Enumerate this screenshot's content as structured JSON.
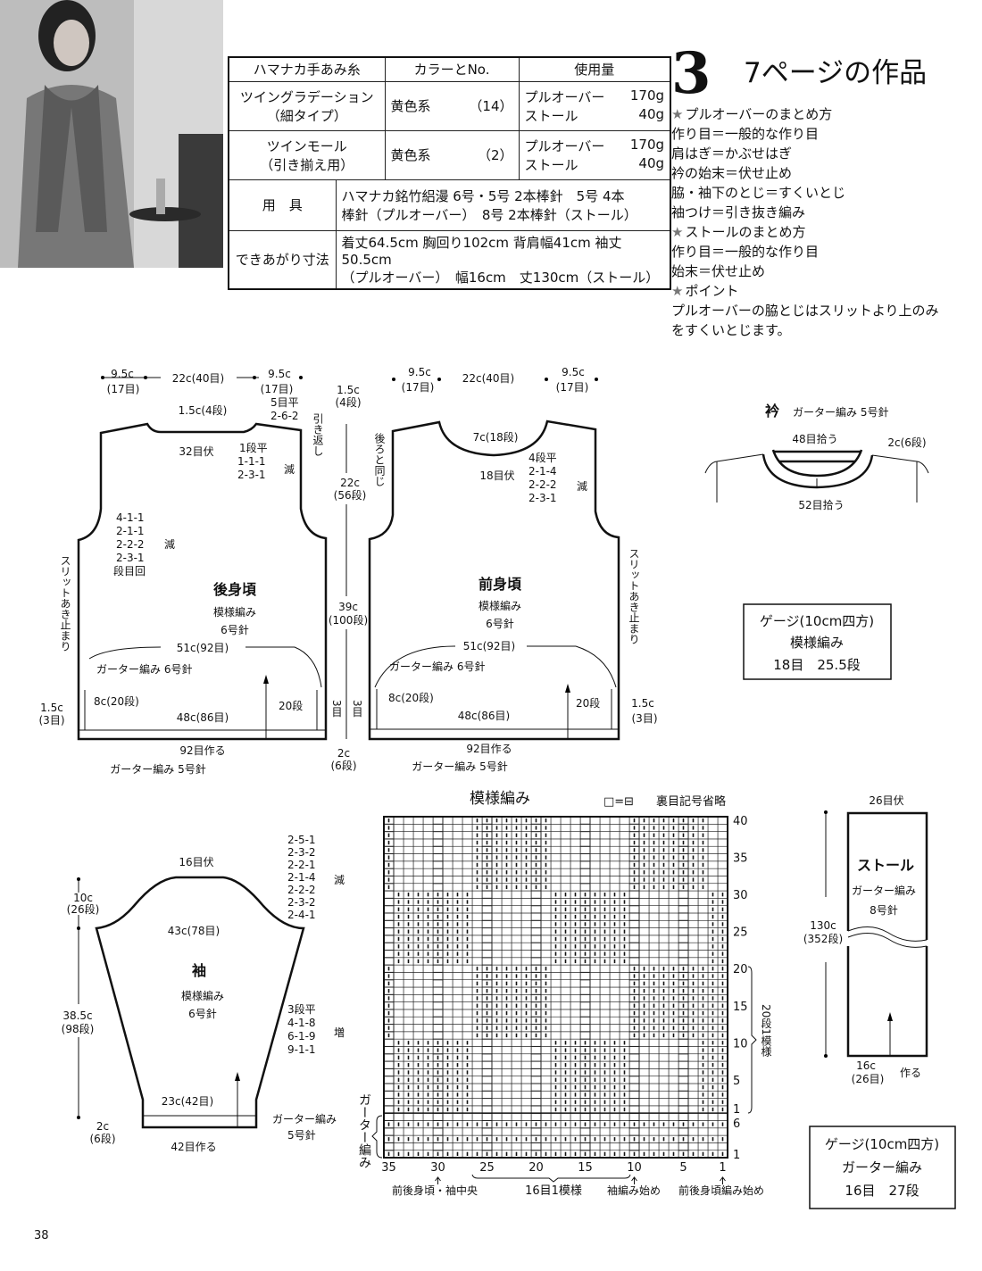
{
  "page_number": "38",
  "header": {
    "number": "3",
    "title": "7ページの作品"
  },
  "materials_table": {
    "headers": [
      "ハマナカ手あみ糸",
      "カラーとNo.",
      "使用量"
    ],
    "yarns": [
      {
        "name": "ツイングラデーション",
        "sub": "（細タイプ）",
        "color": "黄色系",
        "no": "（14）",
        "usage": [
          {
            "item": "プルオーバー",
            "amount": "170g"
          },
          {
            "item": "ストール",
            "amount": "40g"
          }
        ]
      },
      {
        "name": "ツインモール",
        "sub": "（引き揃え用）",
        "color": "黄色系",
        "no": "（2）",
        "usage": [
          {
            "item": "プルオーバー",
            "amount": "170g"
          },
          {
            "item": "ストール",
            "amount": "40g"
          }
        ]
      }
    ],
    "tools": {
      "label": "用　具",
      "line1": "ハマナカ銘竹絽漫 6号・5号 2本棒針　5号 4本",
      "line2": "棒針（プルオーバー）　8号 2本棒針（ストール）"
    },
    "size": {
      "label": "できあがり寸法",
      "line1": "着丈64.5cm 胸回り102cm 背肩幅41cm 袖丈50.5cm",
      "line2": "（プルオーバー）　幅16cm　丈130cm（ストール）"
    }
  },
  "instructions": [
    {
      "text": "プルオーバーのまとめ方",
      "heading": true
    },
    {
      "text": "作り目＝一般的な作り目"
    },
    {
      "text": "肩はぎ＝かぶせはぎ"
    },
    {
      "text": "衿の始末＝伏せ止め"
    },
    {
      "text": "脇・袖下のとじ＝すくいとじ"
    },
    {
      "text": "袖つけ＝引き抜き編み"
    },
    {
      "text": "ストールのまとめ方",
      "heading": true
    },
    {
      "text": "作り目＝一般的な作り目"
    },
    {
      "text": "始末＝伏せ止め"
    },
    {
      "text": "ポイント",
      "heading": true
    },
    {
      "text": "プルオーバーの脇とじはスリットより上のみ"
    },
    {
      "text": "をすくいとじます。"
    }
  ],
  "back": {
    "w1": "9.5c",
    "s1": "(17目)",
    "neck_w": "22c(40目)",
    "w2": "9.5c",
    "s2": "(17目)",
    "neck_h": "1.5c(4段)",
    "sh1": "5目平",
    "sh2": "2-6-2",
    "short_rows": "引き返し",
    "bind": "32目伏",
    "n1": "1段平",
    "n2": "1-1-1",
    "n3": "2-3-1",
    "dec": "減",
    "a1": "4-1-1",
    "a2": "2-1-1",
    "a3": "2-2-2",
    "a4": "2-3-1",
    "a5": "段目回",
    "adec": "減",
    "slit": "スリットあき止まり",
    "title": "後身頃",
    "stitch": "模様編み",
    "needle": "6号針",
    "width51": "51c(92目)",
    "garter6": "ガーター編み 6号針",
    "slit_h": "8c(20段)",
    "rows20": "20段",
    "edge1": "1.5c",
    "edge2": "(3目)",
    "width48": "48c(86目)",
    "e3a": "3目",
    "e3b": "3目",
    "cast_on": "92目作る",
    "garter5": "ガーター編み 5号針"
  },
  "side_measure": {
    "a1": "1.5c",
    "a2": "(4段)",
    "b1": "22c",
    "b2": "(56段)",
    "c1": "39c",
    "c2": "(100段)",
    "d1": "2c",
    "d2": "(6段)"
  },
  "front": {
    "w1": "9.5c",
    "s1": "(17目)",
    "neck_w": "22c(40目)",
    "w2": "9.5c",
    "s2": "(17目)",
    "same": "後ろと同じ",
    "neck_h": "7c(18段)",
    "bind": "18目伏",
    "n1": "4段平",
    "n2": "2-1-4",
    "n3": "2-2-2",
    "n4": "2-3-1",
    "dec": "減",
    "title": "前身頃",
    "stitch": "模様編み",
    "needle": "6号針",
    "slit": "スリットあき止まり",
    "width51": "51c(92目)",
    "garter6": "ガーター編み 6号針",
    "slit_h": "8c(20段)",
    "rows20": "20段",
    "edge1": "1.5c",
    "edge2": "(3目)",
    "width48": "48c(86目)",
    "cast_on": "92目作る",
    "garter5": "ガーター編み 5号針"
  },
  "sleeve": {
    "bind": "16目伏",
    "d": [
      "2-5-1",
      "2-3-2",
      "2-2-1",
      "2-1-4",
      "2-2-2",
      "2-3-2",
      "2-4-1"
    ],
    "dec": "減",
    "cap1": "10c",
    "cap2": "(26段)",
    "width43": "43c(78目)",
    "title": "袖",
    "stitch": "模様編み",
    "needle": "6号針",
    "len1": "38.5c",
    "len2": "(98段)",
    "i": [
      "3段平",
      "4-1-8",
      "6-1-9",
      "9-1-1"
    ],
    "inc": "増",
    "cuff": "23c(42目)",
    "garter": "ガーター編み",
    "needle5": "5号針",
    "g1": "2c",
    "g2": "(6段)",
    "cast_on": "42目作る"
  },
  "collar": {
    "title": "衿",
    "stitch": "ガーター編み 5号針",
    "pick48": "48目拾う",
    "depth": "2c(6段)",
    "pick52": "52目拾う"
  },
  "gauge1": {
    "title": "ゲージ(10cm四方)",
    "stitch": "模様編み",
    "value": "18目　25.5段"
  },
  "stole": {
    "bind": "26目伏",
    "title": "ストール",
    "stitch": "ガーター編み",
    "needle": "8号針",
    "len1": "130c",
    "len2": "(352段)",
    "w1": "16c",
    "w2": "(26目)",
    "cast": "作る"
  },
  "gauge2": {
    "title": "ゲージ(10cm四方)",
    "stitch": "ガーター編み",
    "value": "16目　27段"
  },
  "knitting_chart": {
    "title": "模様編み",
    "legend_symbol": "□=⊟",
    "legend_text": "裏目記号省略",
    "cols": 35,
    "rows": 46,
    "garter_purl_rows": [
      1,
      3,
      5
    ],
    "purl_blocks": [
      {
        "rows": [
          7,
          16
        ],
        "cols": [
          [
            1,
            3
          ],
          [
            11,
            18
          ],
          [
            27,
            34
          ]
        ]
      },
      {
        "rows": [
          17,
          26
        ],
        "cols": [
          [
            1,
            10
          ],
          [
            19,
            26
          ],
          [
            35,
            35
          ]
        ]
      },
      {
        "rows": [
          27,
          36
        ],
        "cols": [
          [
            1,
            2
          ],
          [
            11,
            18
          ],
          [
            27,
            34
          ]
        ]
      },
      {
        "rows": [
          37,
          46
        ],
        "cols": [
          [
            3,
            10
          ],
          [
            19,
            26
          ],
          [
            35,
            35
          ]
        ]
      }
    ],
    "row_labels": [
      {
        "t": "40",
        "r": 46
      },
      {
        "t": "35",
        "r": 41
      },
      {
        "t": "30",
        "r": 36
      },
      {
        "t": "25",
        "r": 31
      },
      {
        "t": "20",
        "r": 26
      },
      {
        "t": "15",
        "r": 21
      },
      {
        "t": "10",
        "r": 16
      },
      {
        "t": "5",
        "r": 11
      },
      {
        "t": "1",
        "r": 7
      },
      {
        "t": "6",
        "r": 6
      },
      {
        "t": "1",
        "r": 1
      }
    ],
    "col_labels": [
      "35",
      "30",
      "25",
      "20",
      "15",
      "10",
      "5",
      "1"
    ],
    "repeat_rows": "20段1模様",
    "garter": "ガーター編み",
    "center": "前後身頃・袖中央",
    "repeat_sts": "16目1模様",
    "sleeve_start": "袖編み始め",
    "body_start": "前後身頃編み始め"
  }
}
